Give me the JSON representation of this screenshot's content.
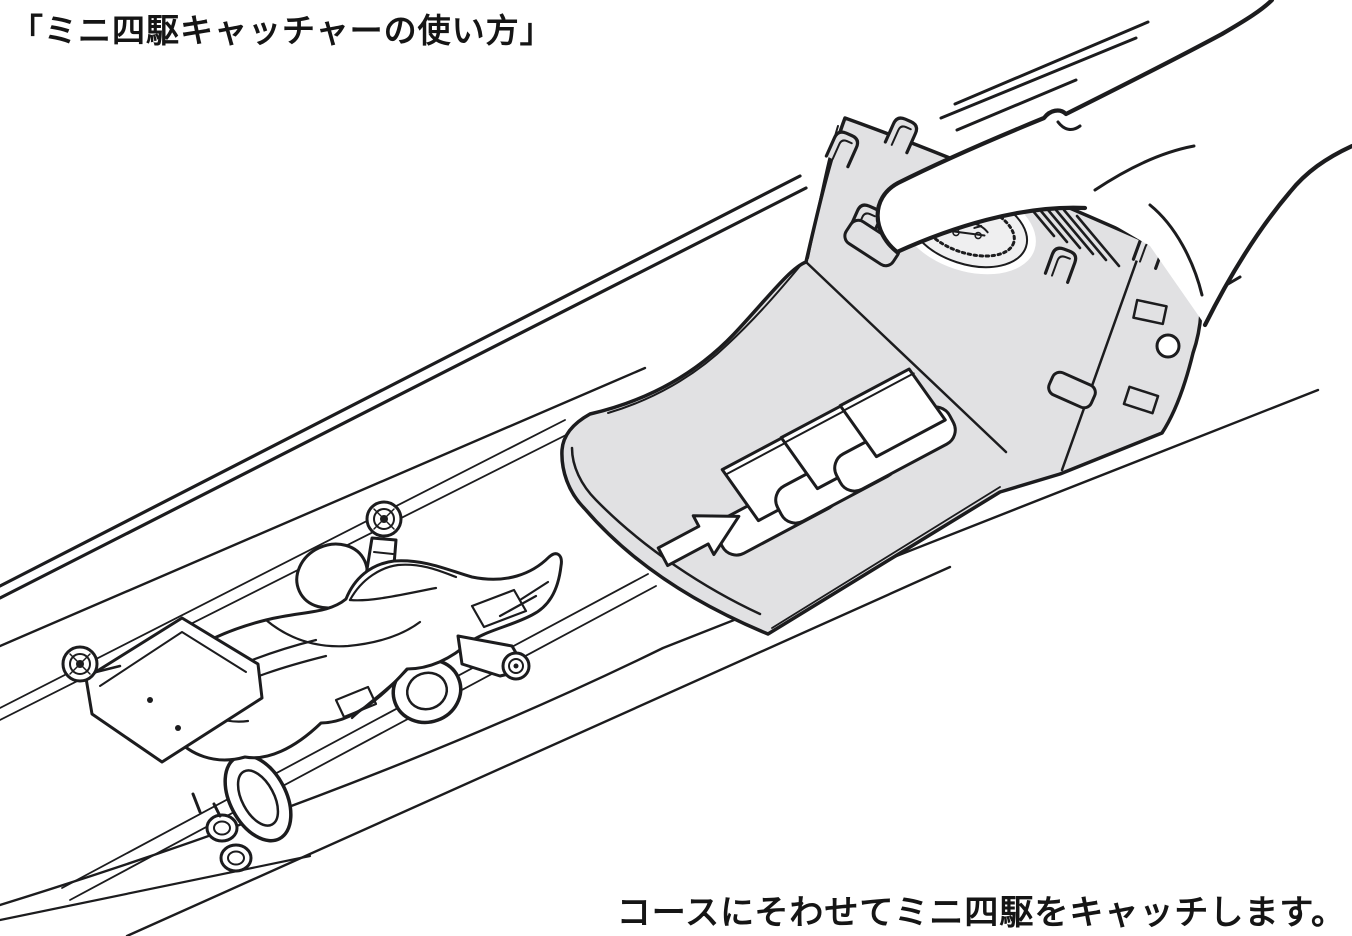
{
  "title": {
    "text": "「ミニ四駆キャッチャーの使い方」"
  },
  "caption": {
    "text": "コースにそわせてミニ四駆をキャッチします。"
  },
  "colors": {
    "background": "#ffffff",
    "line": "#1c1c1e",
    "device_fill": "#e1e1e3",
    "seal_fill": "#efeff0"
  },
  "illustration": {
    "scene": "hand pressing a Mini 4WD catcher scoop over a race car on a course",
    "direction_arrow": "white outline arrow pointing up the catcher ramp"
  }
}
